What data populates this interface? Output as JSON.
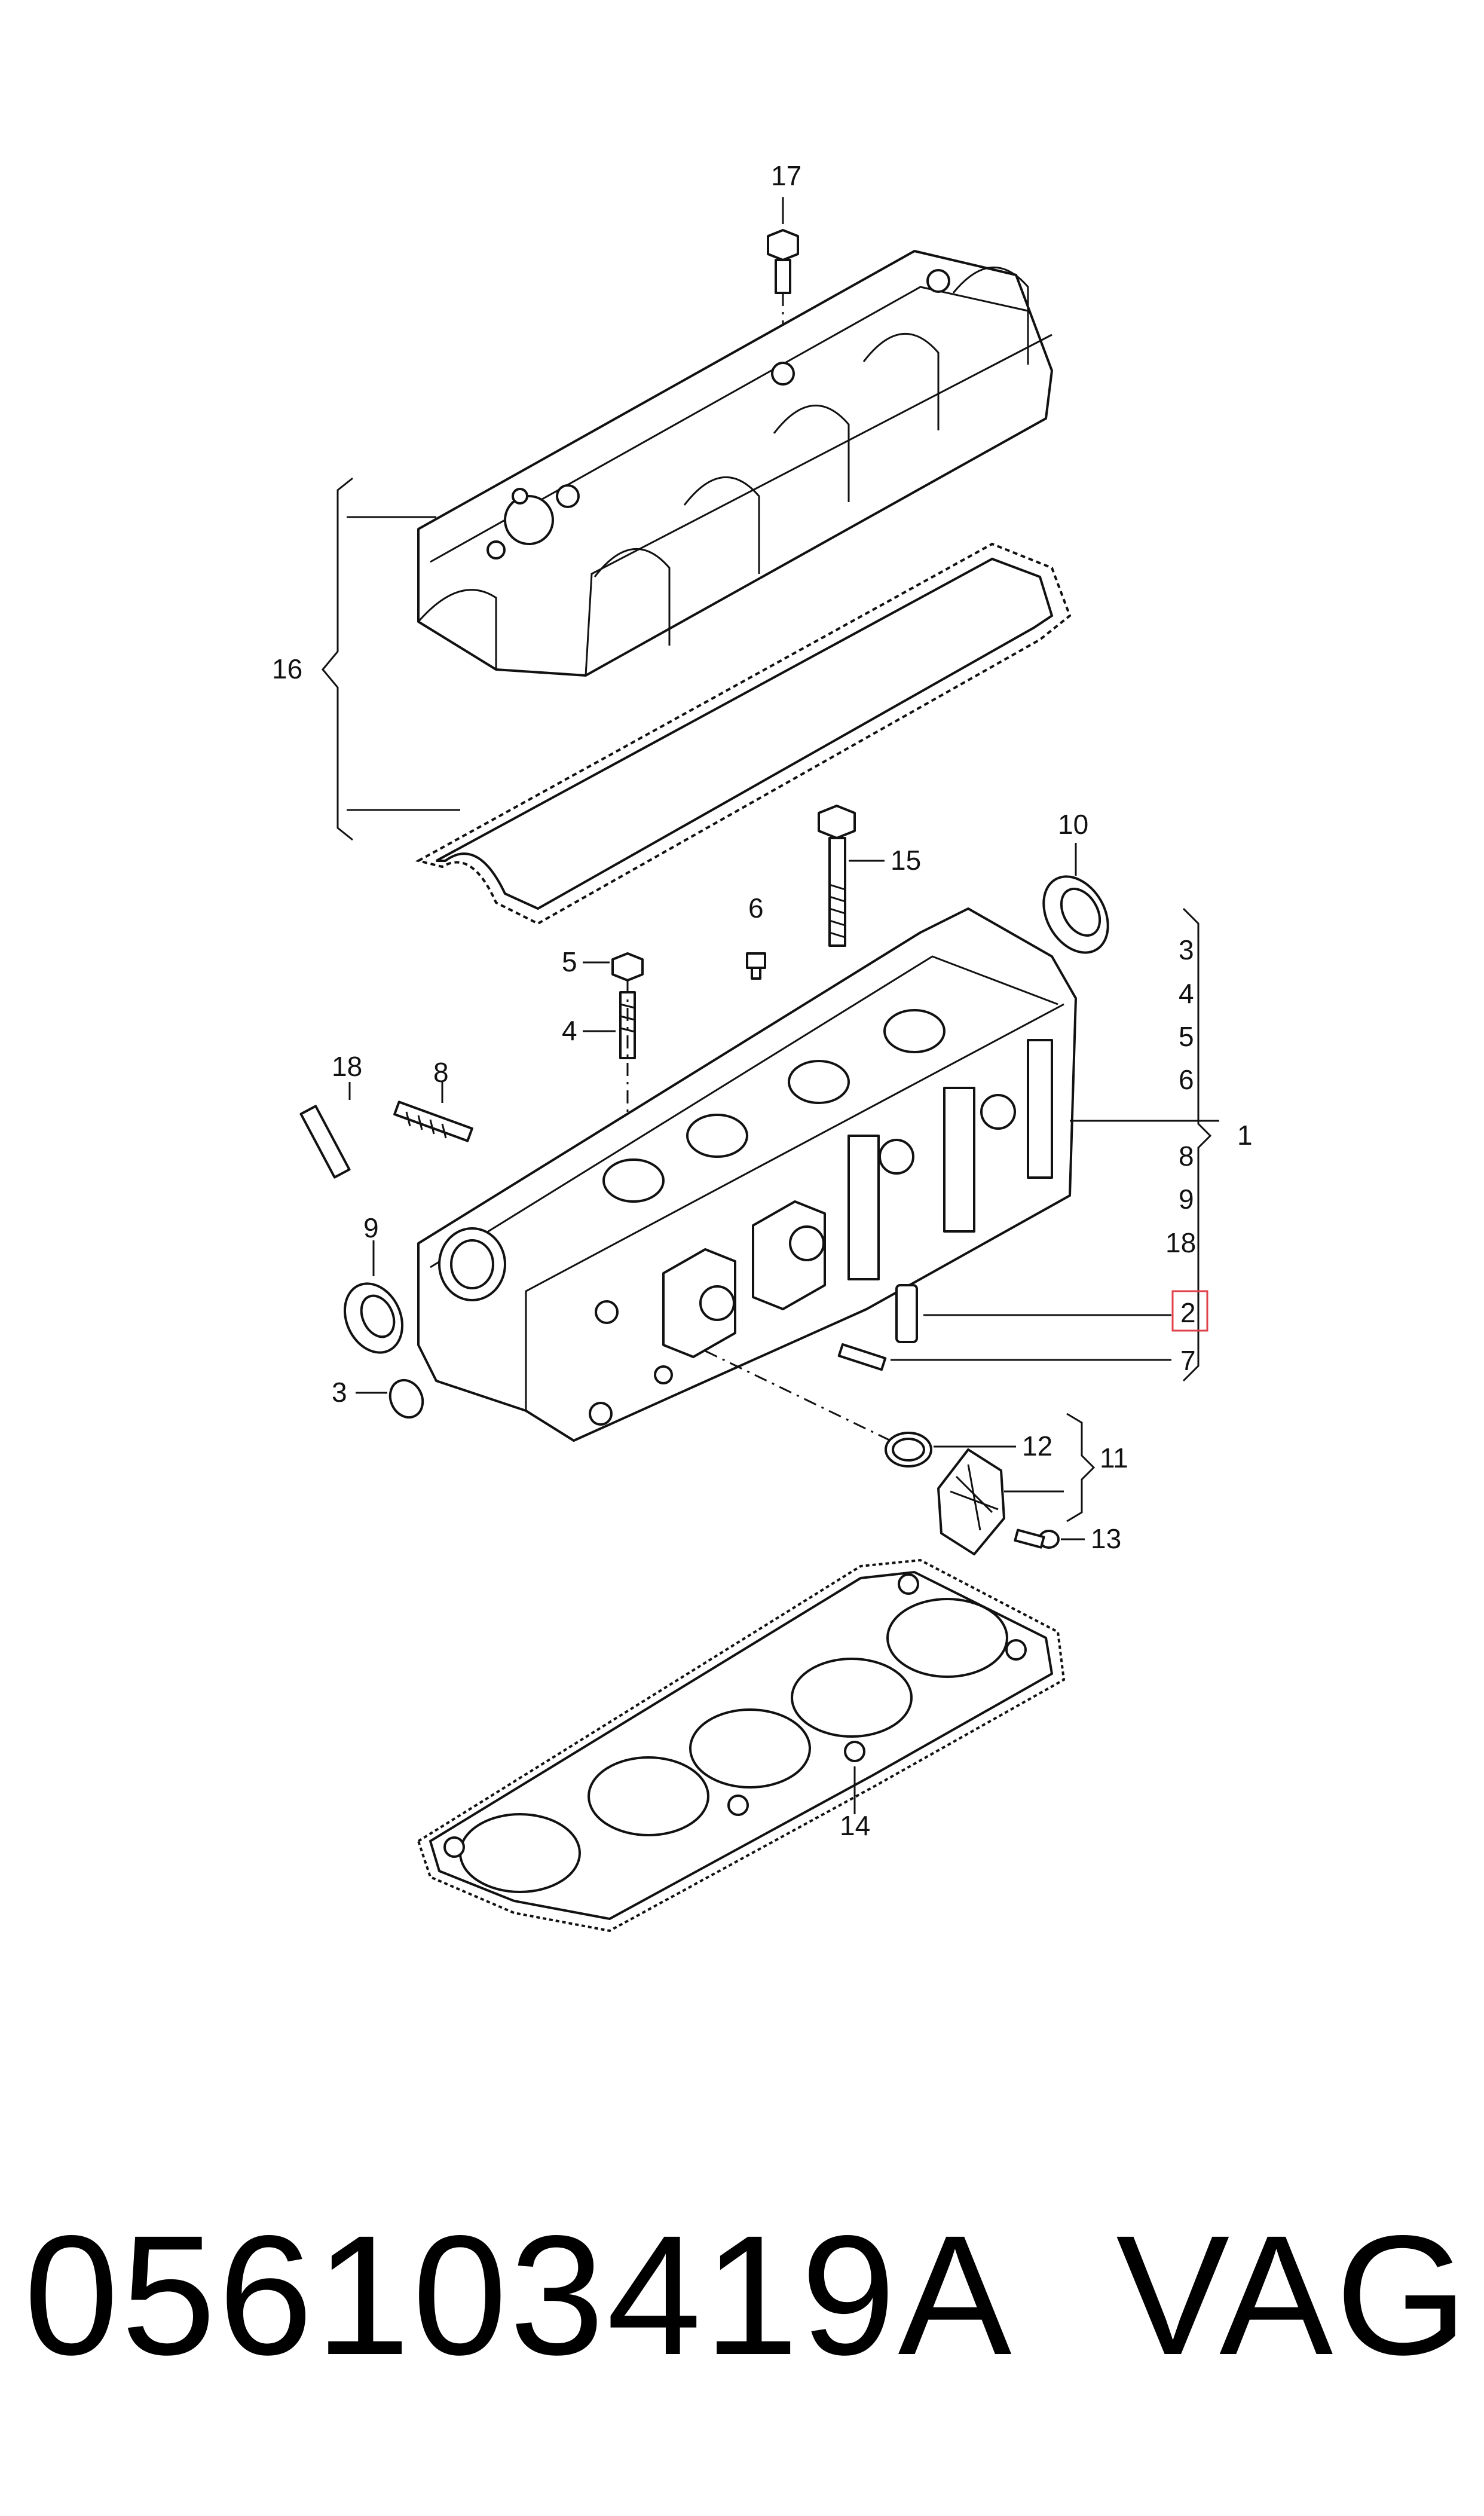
{
  "diagram": {
    "callouts": {
      "c1": "1",
      "c2": "2",
      "c3": "3",
      "c4": "4",
      "c5": "5",
      "c6": "6",
      "c7": "7",
      "c8": "8",
      "c9": "9",
      "c10": "10",
      "c11": "11",
      "c12": "12",
      "c13": "13",
      "c14": "14",
      "c15": "15",
      "c16": "16",
      "c17": "17",
      "c18": "18"
    },
    "group_list": [
      "3",
      "4",
      "5",
      "6",
      "8",
      "9",
      "18",
      "2",
      "7"
    ],
    "highlighted_callout": "2",
    "highlight_color": "#e0404a"
  },
  "footer": {
    "part_number": "056103419A",
    "brand": "VAG"
  }
}
